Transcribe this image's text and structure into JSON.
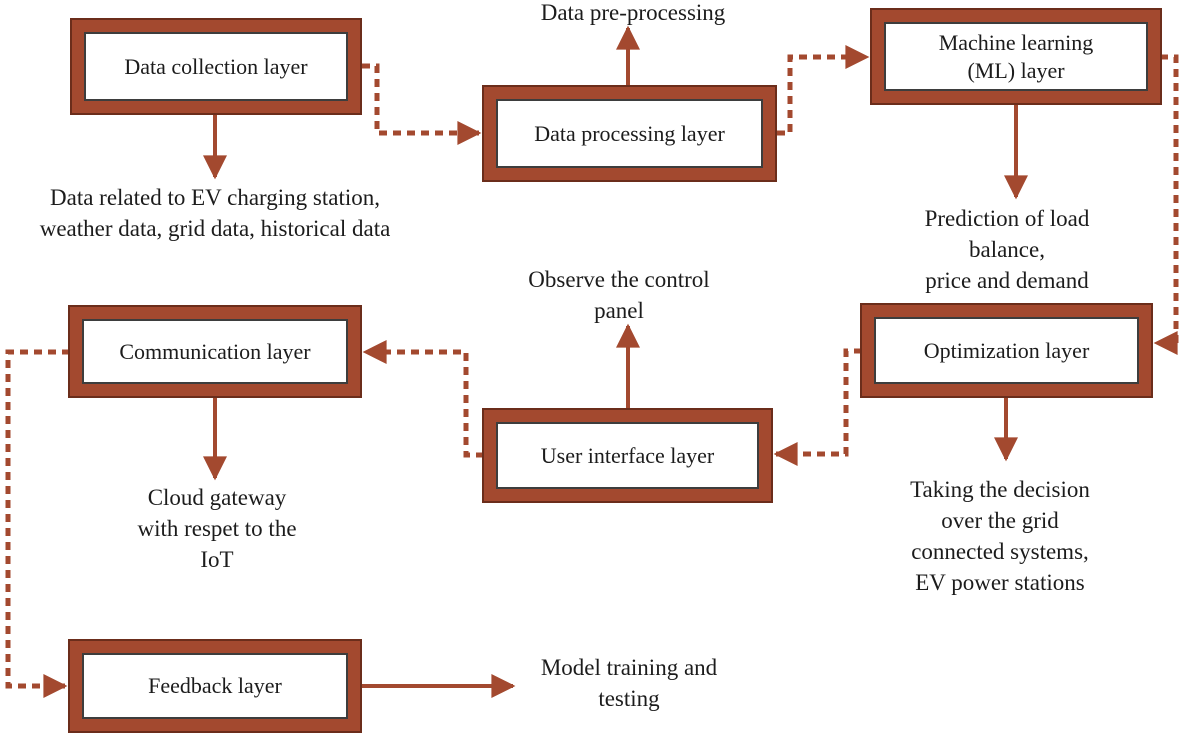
{
  "colors": {
    "box_fill": "#A3492F",
    "box_outline": "#6B2D1B",
    "inner_border": "#3D3D3D",
    "arrow": "#A3492F",
    "text_color": "#1C1C1C",
    "background": "#FFFFFF"
  },
  "boxes": {
    "data_collection": {
      "label": "Data collection layer"
    },
    "data_processing": {
      "label": "Data processing layer"
    },
    "machine_learning": {
      "label": [
        "Machine learning",
        "(ML) layer"
      ]
    },
    "communication": {
      "label": "Communication layer"
    },
    "user_interface": {
      "label": "User interface layer"
    },
    "optimization": {
      "label": "Optimization layer"
    },
    "feedback": {
      "label": "Feedback layer"
    }
  },
  "annotations": {
    "pre_processing": "Data pre-processing",
    "collection_output": [
      "Data related to EV charging station,",
      "weather data, grid data, historical data"
    ],
    "ml_output": [
      "Prediction of load balance,",
      "price and demand"
    ],
    "ui_output": [
      "Observe the control",
      "panel"
    ],
    "communication_output": [
      "Cloud gateway",
      "with respet to the",
      "IoT"
    ],
    "optimization_output": [
      "Taking the decision over the grid",
      "connected systems, EV power stations"
    ],
    "feedback_output": [
      "Model training and",
      "testing"
    ]
  }
}
